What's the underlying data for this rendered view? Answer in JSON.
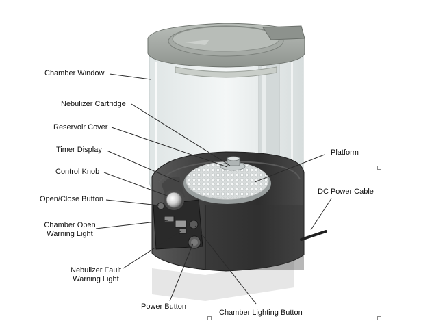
{
  "labels": {
    "chamber_window": "Chamber Window",
    "nebulizer_cartridge": "Nebulizer Cartridge",
    "reservoir_cover": "Reservoir Cover",
    "timer_display": "Timer Display",
    "control_knob": "Control Knob",
    "open_close_button": "Open/Close Button",
    "chamber_open_warning_light_1": "Chamber Open",
    "chamber_open_warning_light_2": "Warning Light",
    "nebulizer_fault_warning_light_1": "Nebulizer Fault",
    "nebulizer_fault_warning_light_2": "Warning Light",
    "power_button": "Power Button",
    "chamber_lighting_button": "Chamber Lighting Button",
    "platform": "Platform",
    "dc_power_cable": "DC Power Cable"
  },
  "colors": {
    "body_dark": "#3b3b3b",
    "lid_gray": "#a9aea9",
    "window_tint": "#e9eeee",
    "leader_line": "#2a2a2a"
  }
}
